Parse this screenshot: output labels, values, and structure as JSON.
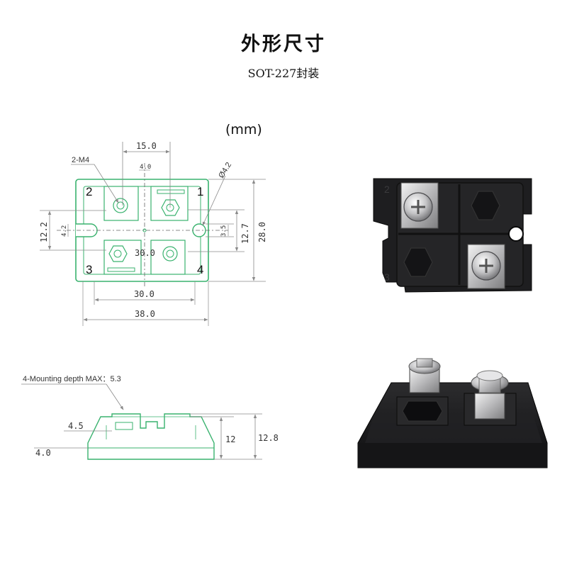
{
  "header": {
    "title": "外形尺寸",
    "subtitle": "SOT-227封装",
    "unit": "(mm)"
  },
  "top_view": {
    "hole_label": "2-M4",
    "hole_diameter": "Ø4.2",
    "dimensions": {
      "terminal_pitch": "15.0",
      "center_offset": "4.0",
      "left_hole_height": "12.2",
      "left_slot": "4.2",
      "right_hole_height": "12.7",
      "right_slot": "3.5",
      "body_height": "28.0",
      "mount_pitch": "30.0",
      "center_pitch": "30.0",
      "body_width": "38.0"
    },
    "pins": [
      "1",
      "2",
      "3",
      "4"
    ]
  },
  "side_view": {
    "mounting_note": "4-Mounting depth MAX：5.3",
    "dimensions": {
      "upper_offset": "4.5",
      "base_thickness": "4.0",
      "body_height": "12",
      "total_height": "12.8"
    }
  },
  "colors": {
    "outline": "#39b26e",
    "dimension_line": "#8a8a8a",
    "module_body": "#1c1c1e",
    "terminal": "#c9c9cb"
  }
}
